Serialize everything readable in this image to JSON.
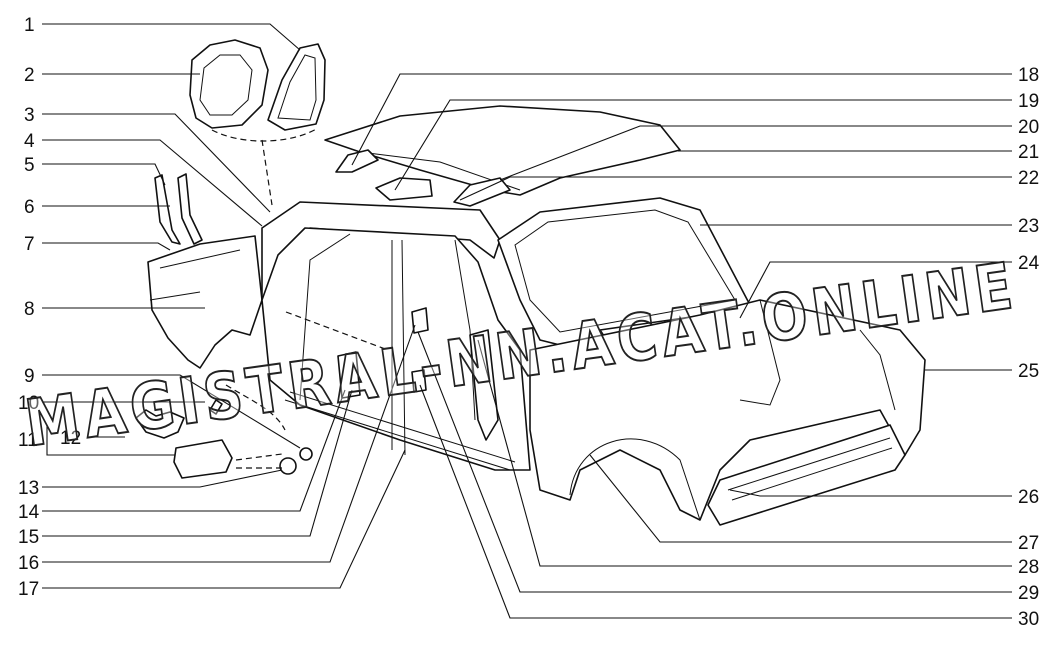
{
  "callouts_left": [
    "1",
    "2",
    "3",
    "4",
    "5",
    "6",
    "7",
    "8",
    "9",
    "10",
    "11",
    "12",
    "13",
    "14",
    "15",
    "16",
    "17"
  ],
  "callouts_right": [
    "18",
    "19",
    "20",
    "21",
    "22",
    "23",
    "24",
    "25",
    "26",
    "27",
    "28",
    "29",
    "30"
  ],
  "watermark": "MAGISTRAL-NN.ACAT.ONLINE"
}
